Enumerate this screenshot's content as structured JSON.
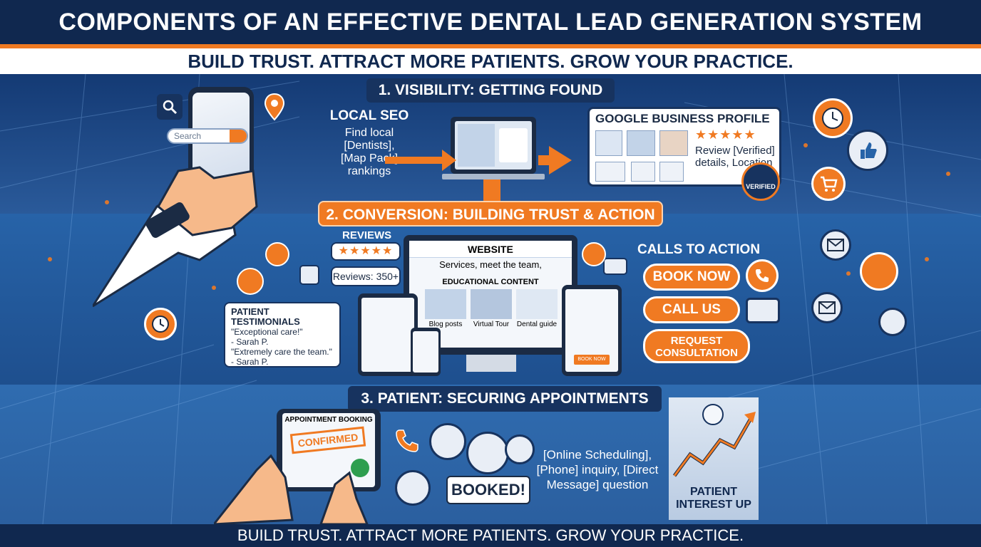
{
  "header": {
    "title": "COMPONENTS OF AN EFFECTIVE DENTAL LEAD GENERATION SYSTEM",
    "subtitle": "BUILD TRUST. ATTRACT MORE PATIENTS. GROW YOUR PRACTICE."
  },
  "section1": {
    "heading": "1. VISIBILITY: GETTING FOUND",
    "search_placeholder": "Search",
    "local_seo": {
      "title": "LOCAL SEO",
      "text": "Find local [Dentists], [Map Pack] rankings"
    },
    "gbp": {
      "title": "GOOGLE BUSINESS PROFILE",
      "stars": "★★★★★",
      "text": "Review [Verified] details, Location",
      "badge": "VERIFIED"
    }
  },
  "section2": {
    "heading": "2. CONVERSION: BUILDING TRUST & ACTION",
    "reviews": {
      "label": "REVIEWS",
      "stars": "★★★★★",
      "count": "Reviews: 350+"
    },
    "website": {
      "label": "WEBSITE",
      "tagline": "Services, meet the team,",
      "content_title": "EDUCATIONAL CONTENT",
      "items": [
        "Blog posts",
        "Virtual Tour",
        "Dental guide"
      ],
      "book_now_small": "BOOK NOW"
    },
    "testimonials": {
      "title": "PATIENT TESTIMONIALS",
      "lines": [
        "\"Exceptional care!\"",
        "- Sarah P.",
        "\"Extremely care the team.\"",
        "- Sarah P."
      ]
    },
    "cta": {
      "title": "CALLS TO ACTION",
      "book_now": "BOOK NOW",
      "call_us": "CALL US",
      "request": "REQUEST CONSULTATION"
    }
  },
  "section3": {
    "heading": "3. PATIENT: SECURING APPOINTMENTS",
    "booking_title": "APPOINTMENT BOOKING",
    "confirmed": "CONFIRMED",
    "booked": "BOOKED!",
    "channels": "[Online Scheduling], [Phone] inquiry, [Direct Message] question",
    "interest": "PATIENT INTEREST UP"
  },
  "footer": {
    "text": "BUILD TRUST. ATTRACT MORE PATIENTS. GROW YOUR PRACTICE."
  },
  "colors": {
    "navy": "#10284f",
    "orange": "#f07a22",
    "blue": "#2763a8"
  }
}
